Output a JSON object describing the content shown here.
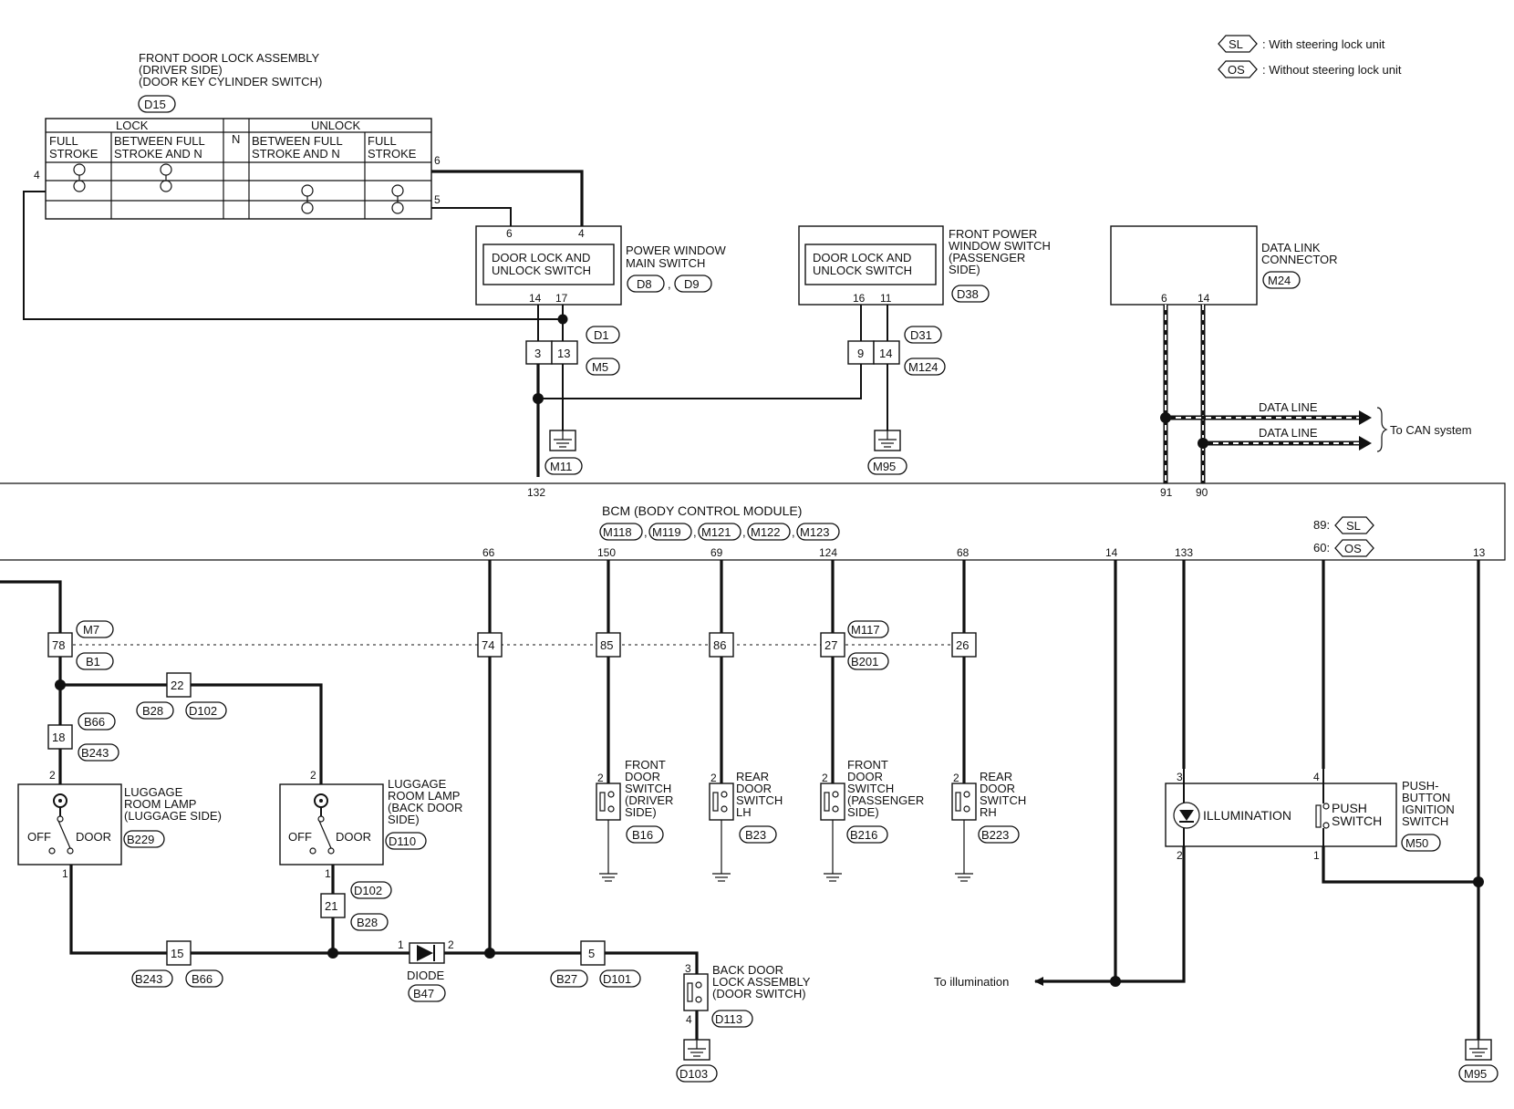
{
  "legend": [
    {
      "code": "SL",
      "text": ": With steering lock unit"
    },
    {
      "code": "OS",
      "text": ": Without steering lock unit"
    }
  ],
  "d15": {
    "title_lines": [
      "FRONT DOOR LOCK ASSEMBLY",
      "(DRIVER SIDE)",
      "(DOOR KEY CYLINDER SWITCH)"
    ],
    "connector": "D15",
    "lock": "LOCK",
    "unlock": "UNLOCK",
    "n": "N",
    "col1": [
      "FULL",
      "STROKE"
    ],
    "col2": [
      "BETWEEN FULL",
      "STROKE AND N"
    ],
    "col3": [
      "BETWEEN FULL",
      "STROKE AND N"
    ],
    "col4": [
      "FULL",
      "STROKE"
    ],
    "pin4": "4",
    "pin5": "5",
    "pin6": "6"
  },
  "pw_main": {
    "inner": [
      "DOOR LOCK AND",
      "UNLOCK SWITCH"
    ],
    "label": [
      "POWER WINDOW",
      "MAIN SWITCH"
    ],
    "connectors": [
      "D8",
      "D9"
    ],
    "pin6": "6",
    "pin4": "4",
    "pin14": "14",
    "pin17": "17"
  },
  "pw_pass": {
    "inner": [
      "DOOR LOCK AND",
      "UNLOCK SWITCH"
    ],
    "label": [
      "FRONT POWER",
      "WINDOW SWITCH",
      "(PASSENGER",
      "SIDE)"
    ],
    "connector": "D38",
    "pin16": "16",
    "pin11": "11"
  },
  "dlc": {
    "label": [
      "DATA LINK",
      "CONNECTOR"
    ],
    "connector": "M24",
    "pin6": "6",
    "pin14": "14"
  },
  "joints": {
    "d1": "D1",
    "m5": "M5",
    "pin3": "3",
    "pin13": "13",
    "d31": "D31",
    "m124": "M124",
    "pin9": "9",
    "pin14": "14"
  },
  "grounds": {
    "m11": "M11",
    "m95a": "M95",
    "d103": "D103",
    "m95b": "M95"
  },
  "data_line_1": "DATA LINE",
  "data_line_2": "DATA LINE",
  "to_can": "To CAN system",
  "bcm": {
    "title": "BCM (BODY CONTROL MODULE)",
    "connectors": [
      "M118",
      "M119",
      "M121",
      "M122",
      "M123"
    ],
    "top_pins": [
      "132",
      "91",
      "90"
    ],
    "bottom_pins": [
      "66",
      "150",
      "69",
      "124",
      "68",
      "14",
      "133",
      "13"
    ],
    "sl_pin": "89:",
    "os_pin": "60:",
    "sl": "SL",
    "os": "OS"
  },
  "harness": {
    "m7": "M7",
    "b1": "B1",
    "m117": "M117",
    "b201": "B201",
    "p78": "78",
    "p74": "74",
    "p85": "85",
    "p86": "86",
    "p27": "27",
    "p26": "26",
    "p22": "22",
    "b28a": "B28",
    "d102a": "D102",
    "b66a": "B66",
    "p18": "18",
    "b243a": "B243",
    "d102b": "D102",
    "p21": "21",
    "b28b": "B28",
    "p15": "15",
    "b243b": "B243",
    "b66b": "B66",
    "p5": "5",
    "b27": "B27",
    "d101": "D101"
  },
  "lamp_luggage": {
    "label": [
      "LUGGAGE",
      "ROOM LAMP",
      "(LUGGAGE SIDE)"
    ],
    "connector": "B229",
    "off": "OFF",
    "door": "DOOR",
    "pin2": "2",
    "pin1": "1"
  },
  "lamp_back": {
    "label": [
      "LUGGAGE",
      "ROOM LAMP",
      "(BACK DOOR",
      "SIDE)"
    ],
    "connector": "D110",
    "off": "OFF",
    "door": "DOOR",
    "pin2": "2",
    "pin1": "1"
  },
  "diode": {
    "label": "DIODE",
    "connector": "B47",
    "pin1": "1",
    "pin2": "2"
  },
  "backdoor_lock": {
    "label": [
      "BACK DOOR",
      "LOCK ASSEMBLY",
      "(DOOR SWITCH)"
    ],
    "connector": "D113",
    "pin3": "3",
    "pin4": "4"
  },
  "sw_fd_driver": {
    "label": [
      "FRONT",
      "DOOR",
      "SWITCH",
      "(DRIVER",
      "SIDE)"
    ],
    "connector": "B16",
    "pin": "2"
  },
  "sw_rd_lh": {
    "label": [
      "REAR",
      "DOOR",
      "SWITCH",
      "LH"
    ],
    "connector": "B23",
    "pin": "2"
  },
  "sw_fd_pass": {
    "label": [
      "FRONT",
      "DOOR",
      "SWITCH",
      "(PASSENGER",
      "SIDE)"
    ],
    "connector": "B216",
    "pin": "2"
  },
  "sw_rd_rh": {
    "label": [
      "REAR",
      "DOOR",
      "SWITCH",
      "RH"
    ],
    "connector": "B223",
    "pin": "2"
  },
  "ignition": {
    "illumination": "ILLUMINATION",
    "push": [
      "PUSH",
      "SWITCH"
    ],
    "label": [
      "PUSH-",
      "BUTTON",
      "IGNITION",
      "SWITCH"
    ],
    "connector": "M50",
    "pin3": "3",
    "pin4": "4",
    "pin2": "2",
    "pin1": "1"
  },
  "to_illumination": "To illumination"
}
